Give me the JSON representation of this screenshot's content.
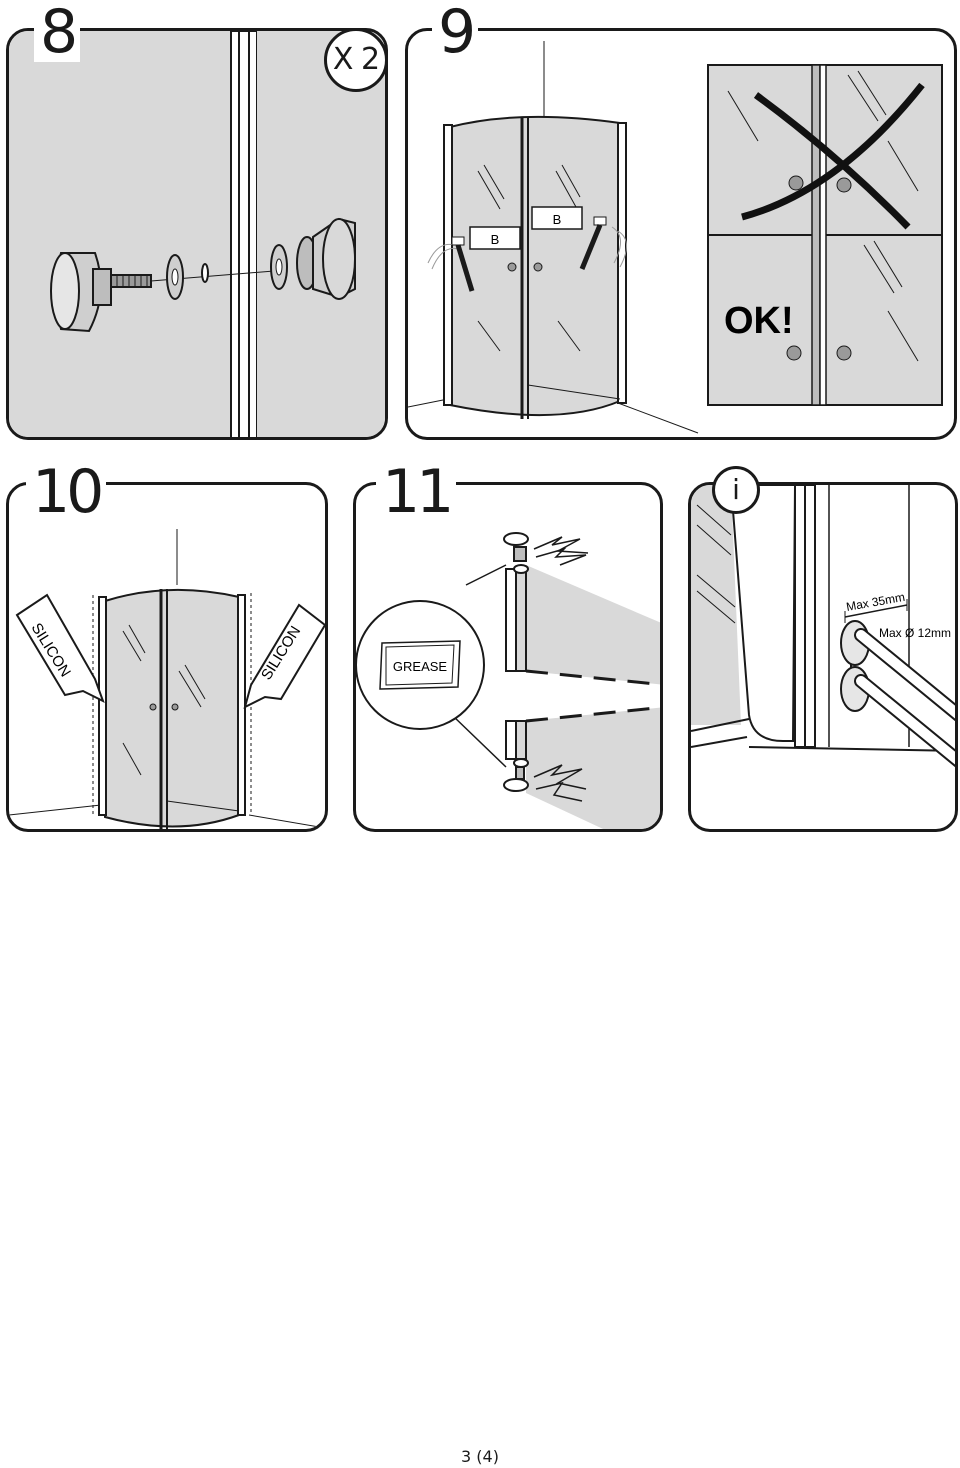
{
  "steps": {
    "step8": {
      "number": "8",
      "quantity": "X 2"
    },
    "step9": {
      "number": "9",
      "label_left": "B",
      "label_right": "B",
      "ok_label": "OK!"
    },
    "step10": {
      "number": "10",
      "silicon_left": "SILICON",
      "silicon_right": "SILICON"
    },
    "step11": {
      "number": "11",
      "grease_label": "GREASE"
    },
    "info": {
      "icon_label": "i",
      "max_distance": "Max 35mm",
      "max_diameter": "Max Ø 12mm"
    }
  },
  "page": {
    "number": "3 (4)"
  }
}
